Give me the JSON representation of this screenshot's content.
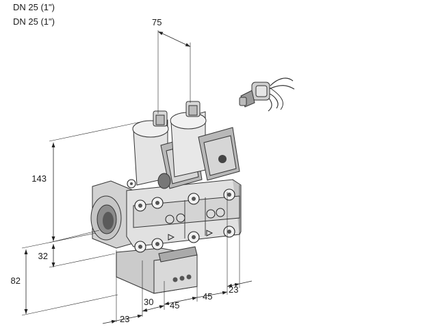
{
  "header": {
    "line1": "DN 25 (1\")",
    "line2": "DN 25 (1\")"
  },
  "dimensions": {
    "top_width": "75",
    "total_height": "143",
    "pipe_offset": "32",
    "bottom_height": "82",
    "side_a": "30",
    "step_1": "45",
    "step_2": "45",
    "right_edge": "23",
    "bottom_depth": "23"
  },
  "colors": {
    "body_light": "#e2e2e2",
    "body_mid": "#bdbdbd",
    "body_dark": "#7a7a7a",
    "line": "#222222"
  }
}
